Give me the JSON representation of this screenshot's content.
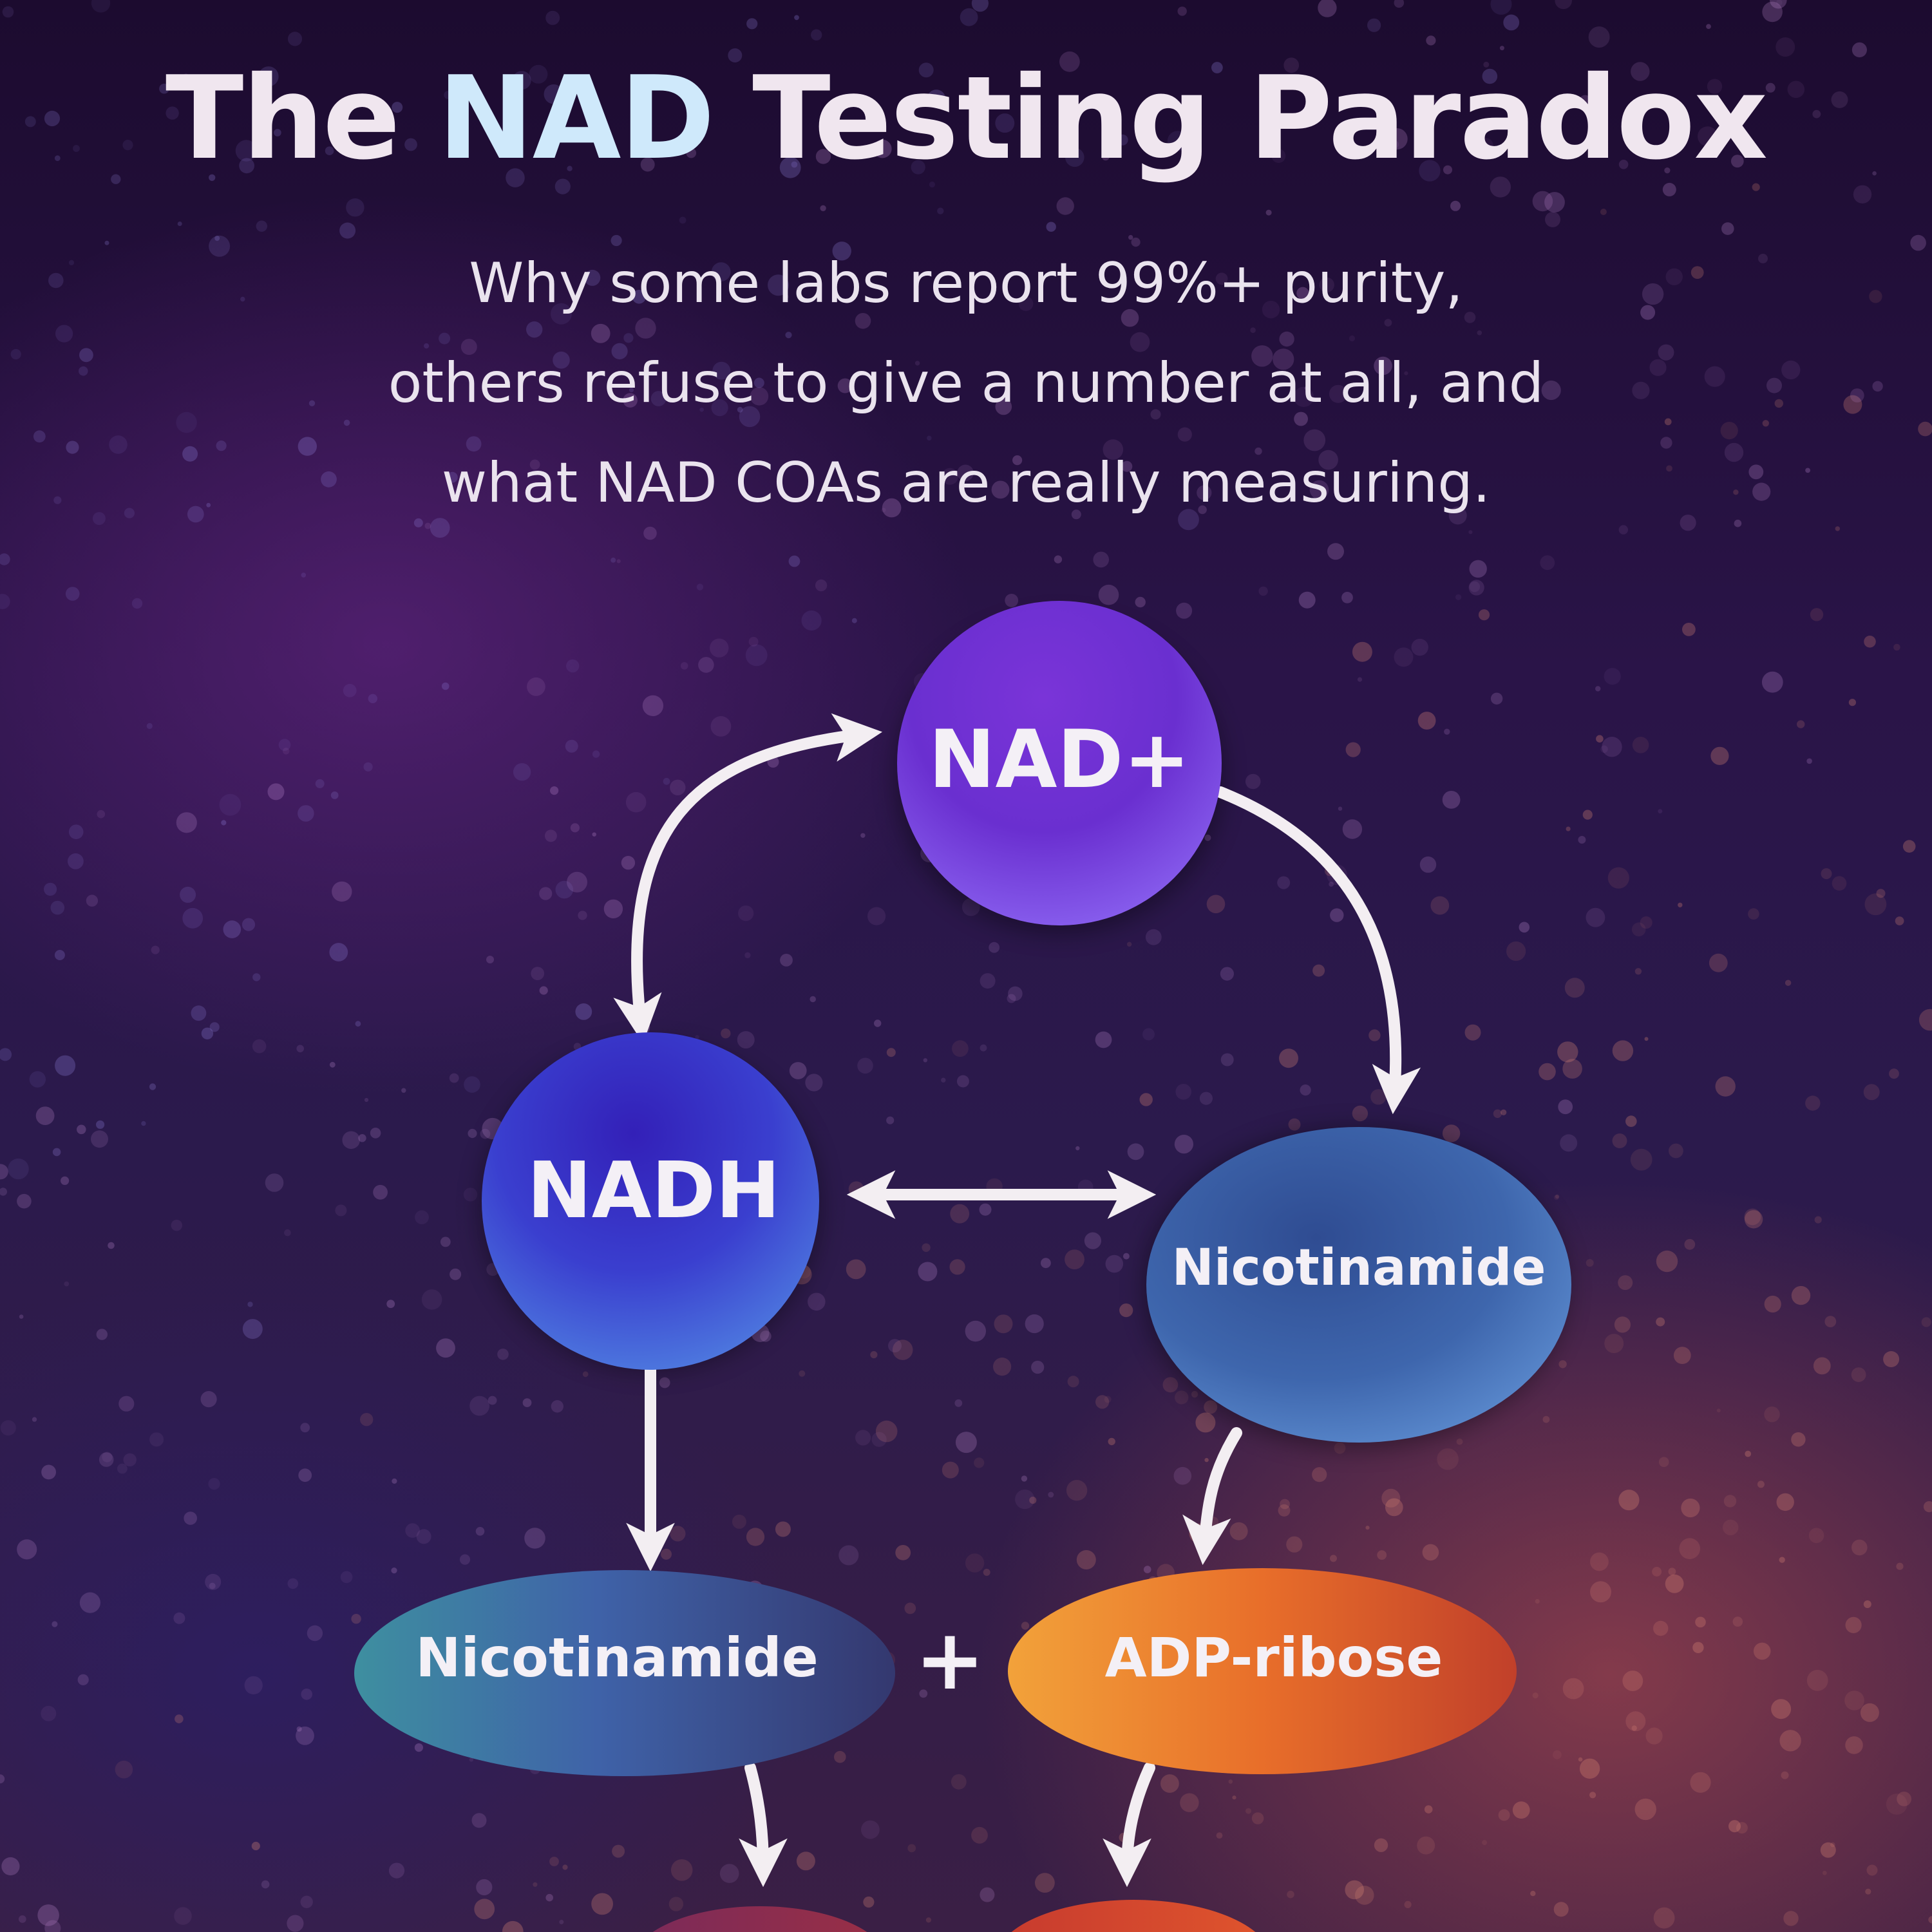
{
  "header": {
    "title_prefix": "The ",
    "title_accent": "NAD",
    "title_suffix": " Testing Paradox",
    "subtitle_lines": [
      "Why some labs report 99%+ purity,",
      "others refuse to give a number at all, and",
      "what NAD COAs are really measuring."
    ]
  },
  "diagram": {
    "nodes": {
      "nad_plus": "NAD+",
      "nadh": "NADH",
      "nicotinamide_right": "Nicotinamide",
      "nicotinamide_left": "Nicotinamide",
      "adp_ribose": "ADP-ribose"
    },
    "plus_sign": "+"
  },
  "colors": {
    "nad_plus": "#6a35d8",
    "nadh": "#3a33c8",
    "nicotinamide": "#3f5fa6",
    "adp_ribose": "#e36a2c",
    "accent_text": "#cfe9fb",
    "arrow": "#f3eef2"
  }
}
